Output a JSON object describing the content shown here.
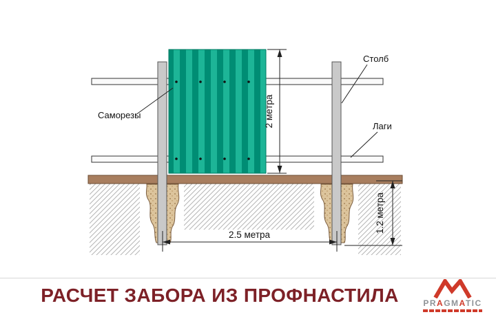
{
  "diagram": {
    "labels": {
      "screws": "Саморезы",
      "post": "Столб",
      "rails": "Лаги"
    },
    "dimensions": {
      "panel_height": "2 метра",
      "post_spacing": "2.5 метра",
      "post_depth": "1.2 метра"
    },
    "colors": {
      "sheet_stripe_light": "#1db597",
      "sheet_stripe_dark": "#008d74",
      "ground_band": "#a87e5f",
      "footing_fill": "#dcc49c",
      "post_fill": "#c9c9c9"
    }
  },
  "footer": {
    "title": "РАСЧЕТ ЗАБОРА ИЗ ПРОФНАСТИЛА",
    "title_color": "#7d2127",
    "logo": {
      "brand_p1": "PR",
      "brand_a1": "A",
      "brand_p2": "GM",
      "brand_a2": "A",
      "brand_p3": "TIC",
      "accent_color": "#cf3a2a"
    }
  }
}
